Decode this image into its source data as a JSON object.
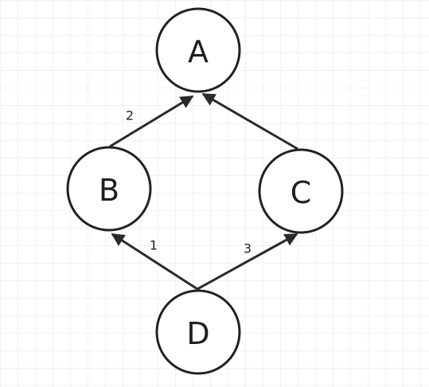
{
  "diagram": {
    "nodes": [
      {
        "id": "A",
        "label": "A"
      },
      {
        "id": "B",
        "label": "B"
      },
      {
        "id": "C",
        "label": "C"
      },
      {
        "id": "D",
        "label": "D"
      }
    ],
    "edges": [
      {
        "id": "BA",
        "from": "B",
        "to": "A",
        "label": "2"
      },
      {
        "id": "CA",
        "from": "C",
        "to": "A",
        "label": ""
      },
      {
        "id": "DB",
        "from": "D",
        "to": "B",
        "label": "1"
      },
      {
        "id": "DC",
        "from": "D",
        "to": "C",
        "label": "3"
      }
    ],
    "grid": true,
    "colors": {
      "background": "#ffffff",
      "grid_line": "#e6e6e6",
      "stroke": "#222222"
    }
  }
}
